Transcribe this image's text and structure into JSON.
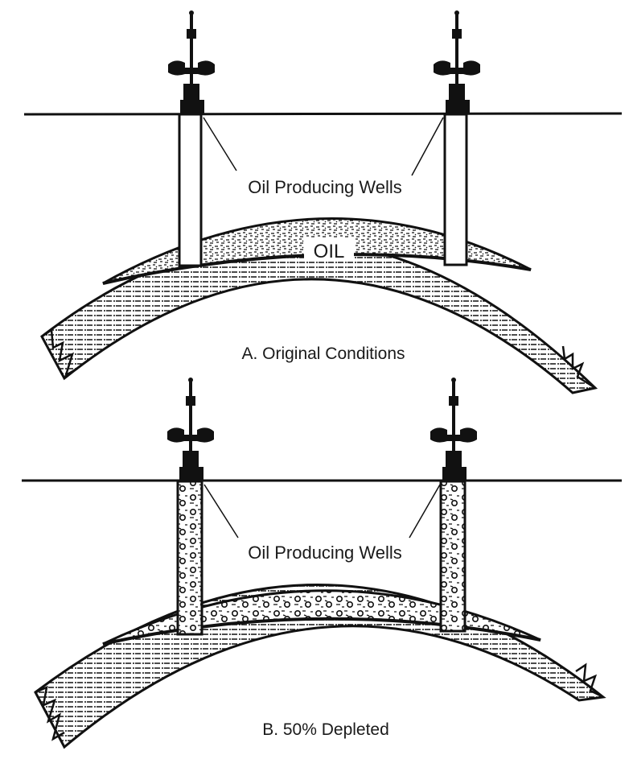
{
  "panels": [
    {
      "id": "A",
      "caption": "A. Original Conditions",
      "wells_label": "Oil Producing Wells",
      "reservoir_label": "OIL",
      "state": "original",
      "wells_count": 2
    },
    {
      "id": "B",
      "caption": "B. 50% Depleted",
      "wells_label": "Oil Producing Wells",
      "reservoir_label": "",
      "state": "depleted",
      "depletion_percent": 50,
      "wells_count": 2
    }
  ],
  "colors": {
    "ink": "#111111",
    "paper": "#ffffff",
    "text": "#1a1a1a"
  }
}
